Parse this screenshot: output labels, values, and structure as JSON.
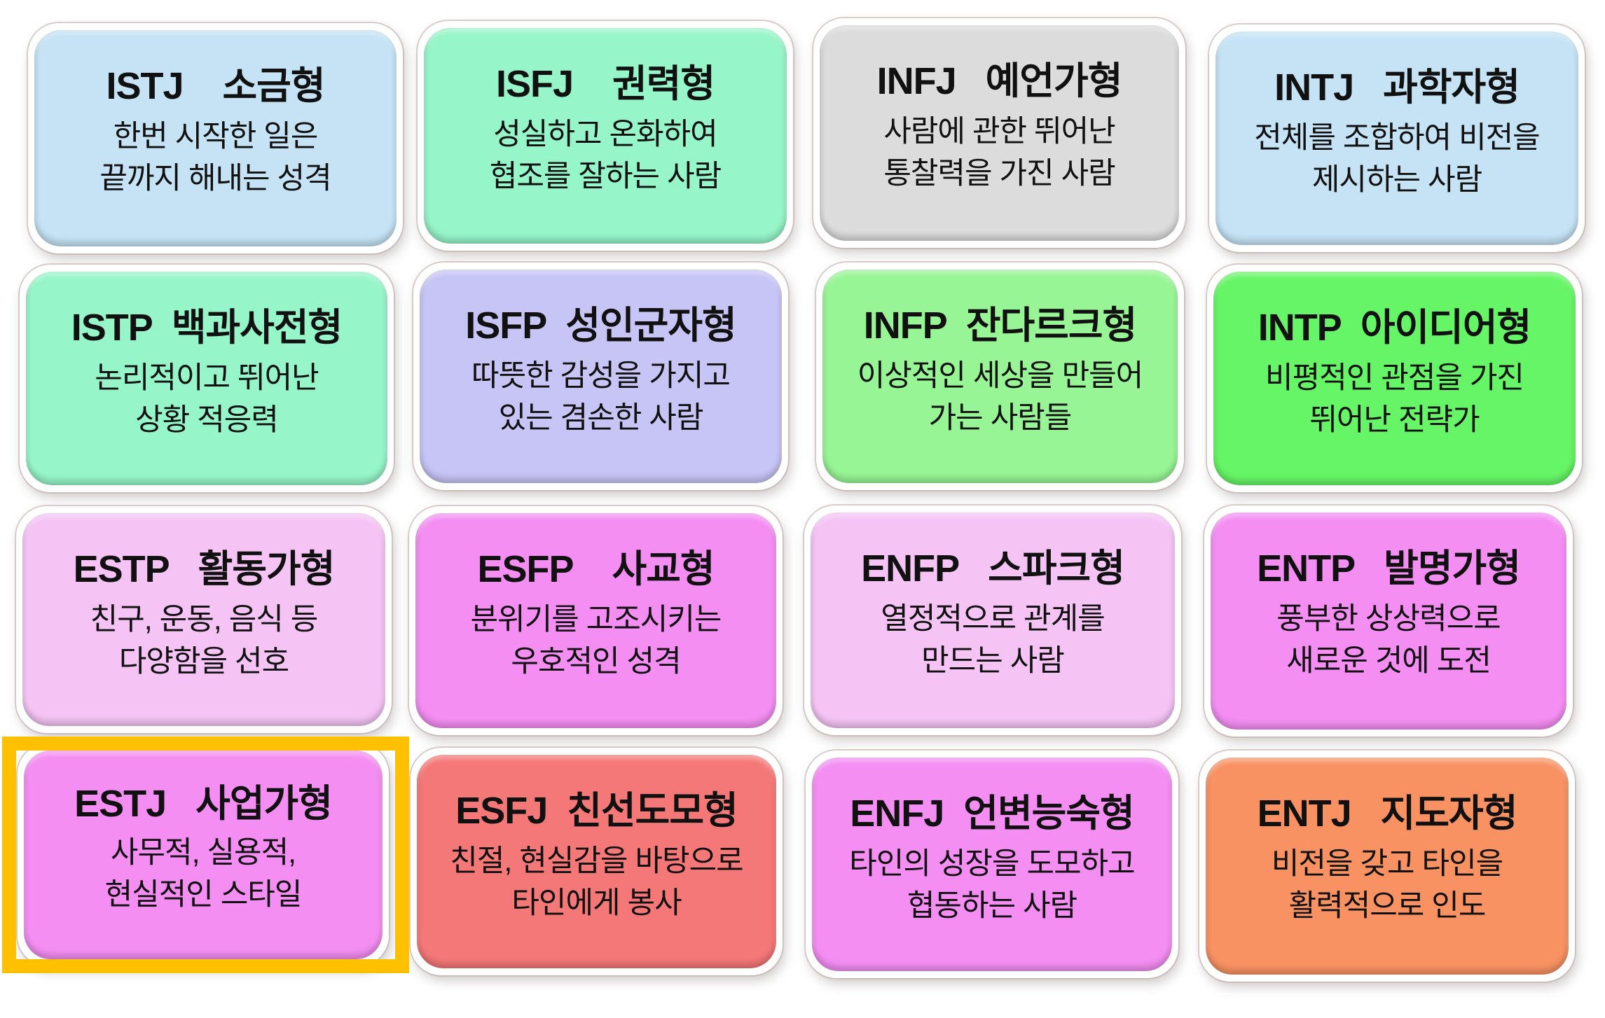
{
  "highlight": {
    "color": "#FFC000",
    "target": "ESTJ"
  },
  "cards": [
    {
      "code": "ISTJ",
      "title": "ISTJ    소금형",
      "lines": [
        "한번 시작한 일은",
        "끝까지 해내는 성격"
      ],
      "color": "#C5E3F5"
    },
    {
      "code": "ISFJ",
      "title": "ISFJ    권력형",
      "lines": [
        "성실하고 온화하여",
        "협조를 잘하는 사람"
      ],
      "color": "#96F5C9"
    },
    {
      "code": "INFJ",
      "title": "INFJ   예언가형",
      "lines": [
        "사람에 관한 뛰어난",
        "통찰력을 가진 사람"
      ],
      "color": "#DCDCDC"
    },
    {
      "code": "INTJ",
      "title": "INTJ   과학자형",
      "lines": [
        "전체를 조합하여 비전을",
        "제시하는 사람"
      ],
      "color": "#C5E3F5"
    },
    {
      "code": "ISTP",
      "title": "ISTP  백과사전형",
      "lines": [
        "논리적이고 뛰어난",
        "상황 적응력"
      ],
      "color": "#96F5C9"
    },
    {
      "code": "ISFP",
      "title": "ISFP  성인군자형",
      "lines": [
        "따뜻한 감성을 가지고",
        "있는 겸손한 사람"
      ],
      "color": "#C7C5F5"
    },
    {
      "code": "INFP",
      "title": "INFP  잔다르크형",
      "lines": [
        "이상적인 세상을 만들어",
        "가는 사람들"
      ],
      "color": "#98F595"
    },
    {
      "code": "INTP",
      "title": "INTP  아이디어형",
      "lines": [
        "비평적인 관점을 가진",
        "뛰어난 전략가"
      ],
      "color": "#66F566"
    },
    {
      "code": "ESTP",
      "title": "ESTP   활동가형",
      "lines": [
        "친구, 운동, 음식 등",
        "다양함을 선호"
      ],
      "color": "#F5C4F5"
    },
    {
      "code": "ESFP",
      "title": "ESFP    사교형",
      "lines": [
        "분위기를 고조시키는",
        "우호적인 성격"
      ],
      "color": "#F48EF3"
    },
    {
      "code": "ENFP",
      "title": "ENFP   스파크형",
      "lines": [
        "열정적으로 관계를",
        "만드는 사람"
      ],
      "color": "#F5C4F5"
    },
    {
      "code": "ENTP",
      "title": "ENTP   발명가형",
      "lines": [
        "풍부한 상상력으로",
        "새로운 것에 도전"
      ],
      "color": "#F48EF3"
    },
    {
      "code": "ESTJ",
      "title": "ESTJ   사업가형",
      "lines": [
        "사무적, 실용적,",
        "현실적인 스타일"
      ],
      "color": "#F48EF3"
    },
    {
      "code": "ESFJ",
      "title": "ESFJ  친선도모형",
      "lines": [
        "친절, 현실감을 바탕으로",
        "타인에게 봉사"
      ],
      "color": "#F57878"
    },
    {
      "code": "ENFJ",
      "title": "ENFJ  언변능숙형",
      "lines": [
        "타인의 성장을 도모하고",
        "협동하는 사람"
      ],
      "color": "#F48EF3"
    },
    {
      "code": "ENTJ",
      "title": "ENTJ   지도자형",
      "lines": [
        "비전을 갖고 타인을",
        "활력적으로 인도"
      ],
      "color": "#F89263"
    }
  ]
}
